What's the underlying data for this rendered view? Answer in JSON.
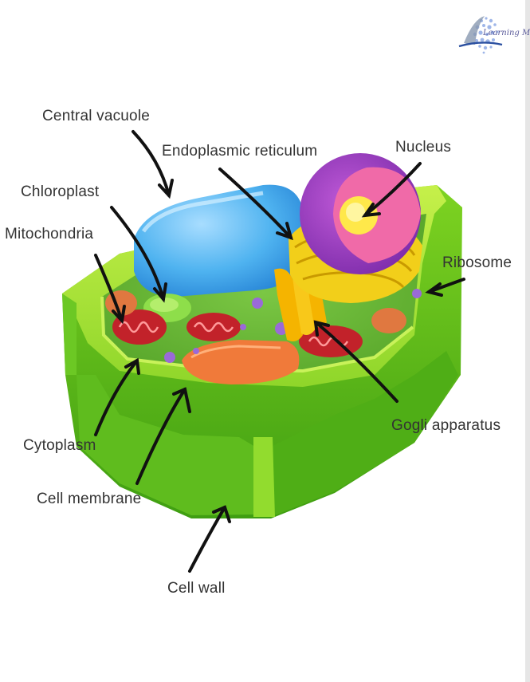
{
  "logo": {
    "text": "Learning Minds"
  },
  "labels": {
    "central_vacuole": "Central vacuole",
    "endoplasmic_reticulum": "Endoplasmic reticulum",
    "nucleus": "Nucleus",
    "chloroplast": "Chloroplast",
    "mitochondria": "Mitochondria",
    "ribosome": "Ribosome",
    "golgi_apparatus": "Gogli apparatus",
    "cytoplasm": "Cytoplasm",
    "cell_membrane": "Cell membrane",
    "cell_wall": "Cell wall"
  }
}
